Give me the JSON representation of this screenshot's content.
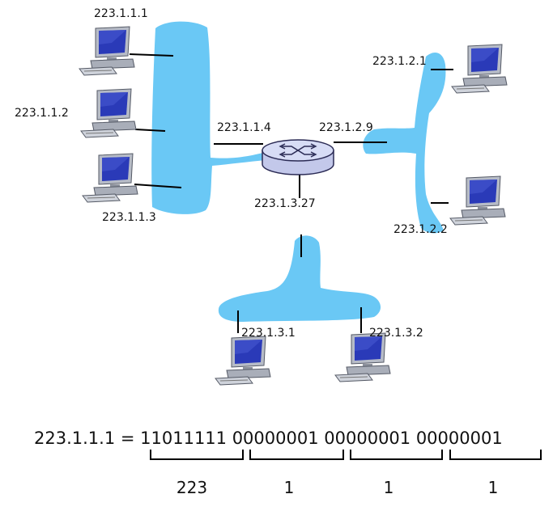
{
  "colors": {
    "subnet": "#6ac8f5",
    "screen": "#2a3ab8",
    "router": "#d7dcf5",
    "router_stroke": "#2b2b55"
  },
  "hosts": {
    "h111": "223.1.1.1",
    "h112": "223.1.1.2",
    "h113": "223.1.1.3",
    "h121": "223.1.2.1",
    "h122": "223.1.2.2",
    "h131": "223.1.3.1",
    "h132": "223.1.3.2"
  },
  "router": {
    "if1": "223.1.1.4",
    "if2": "223.1.2.9",
    "if3": "223.1.3.27"
  },
  "binary": {
    "equation": "223.1.1.1 = 11011111 00000001 00000001 00000001",
    "octets": [
      "223",
      "1",
      "1",
      "1"
    ]
  }
}
